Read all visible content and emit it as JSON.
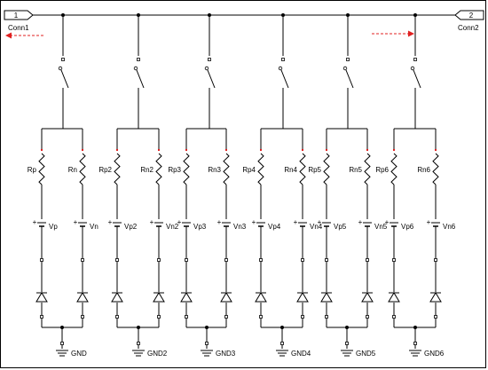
{
  "ports": {
    "left": {
      "number": "1",
      "name": "Conn1"
    },
    "right": {
      "number": "2",
      "name": "Conn2"
    }
  },
  "plus_sign": "+",
  "branches": [
    {
      "rp": "Rp",
      "rn": "Rn",
      "vp": "Vp",
      "vn": "Vn",
      "gnd": "GND"
    },
    {
      "rp": "Rp2",
      "rn": "Rn2",
      "vp": "Vp2",
      "vn": "Vn2",
      "gnd": "GND2"
    },
    {
      "rp": "Rp3",
      "rn": "Rn3",
      "vp": "Vp3",
      "vn": "Vn3",
      "gnd": "GND3"
    },
    {
      "rp": "Rp4",
      "rn": "Rn4",
      "vp": "Vp4",
      "vn": "Vn4",
      "gnd": "GND4"
    },
    {
      "rp": "Rp5",
      "rn": "Rn5",
      "vp": "Vp5",
      "vn": "Vn5",
      "gnd": "GND5"
    },
    {
      "rp": "Rp6",
      "rn": "Rn6",
      "vp": "Vp6",
      "vn": "Vn6",
      "gnd": "GND6"
    }
  ],
  "colors": {
    "wire": "#000000",
    "arrow": "#e02020",
    "pin": "#e02020"
  }
}
